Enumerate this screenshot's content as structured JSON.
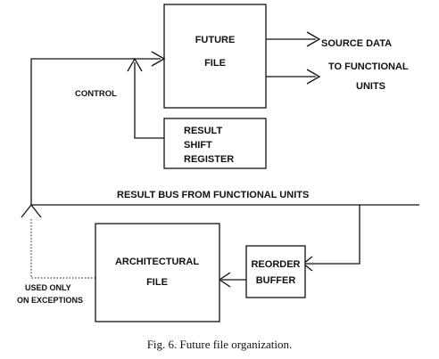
{
  "future_file": {
    "line1": "FUTURE",
    "line2": "FILE"
  },
  "result_shift_register": {
    "line1": "RESULT",
    "line2": "SHIFT",
    "line3": "REGISTER"
  },
  "control_label": "CONTROL",
  "source_data": {
    "line1": "SOURCE DATA",
    "line2": "TO FUNCTIONAL",
    "line3": "UNITS"
  },
  "result_bus_label": "RESULT BUS FROM FUNCTIONAL UNITS",
  "architectural_file": {
    "line1": "ARCHITECTURAL",
    "line2": "FILE"
  },
  "reorder_buffer": {
    "line1": "REORDER",
    "line2": "BUFFER"
  },
  "exceptions_note": {
    "line1": "USED ONLY",
    "line2": "ON EXCEPTIONS"
  },
  "caption": "Fig. 6.   Future file organization."
}
